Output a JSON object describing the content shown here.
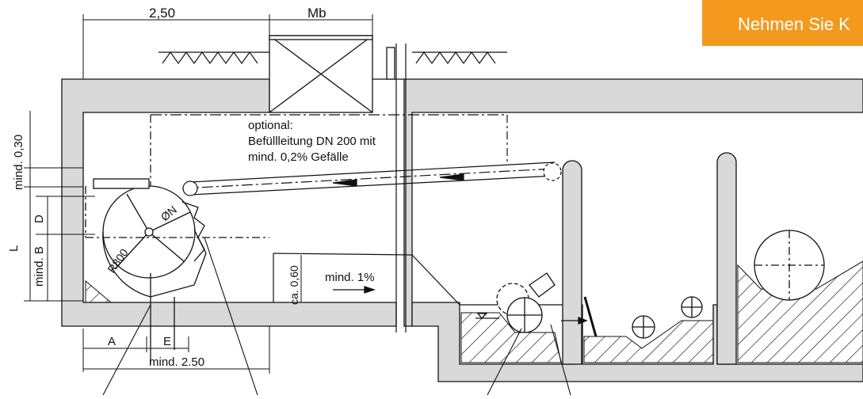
{
  "banner": {
    "text": "Nehmen Sie K",
    "color": "#f39a1e"
  },
  "dimensions": {
    "top_width": "2,50",
    "top_mb": "Mb",
    "left_mind_030": "mind. 0,30",
    "left_D": "D",
    "left_mind_B": "mind. B",
    "left_L": "L",
    "bottom_A": "A",
    "bottom_E": "E",
    "bottom_mind_250": "mind. 2.50",
    "ca_060": "ca. 0,60"
  },
  "labels": {
    "optional": "optional:",
    "befuell": "Befüllleitung DN 200 mit",
    "gefaelle": "mind. 0,2% Gefälle",
    "slope": "mind. 1%",
    "phi_n": "ØN",
    "radius": "R800"
  },
  "colors": {
    "wall": "#d9d9d9",
    "line": "#111111"
  }
}
